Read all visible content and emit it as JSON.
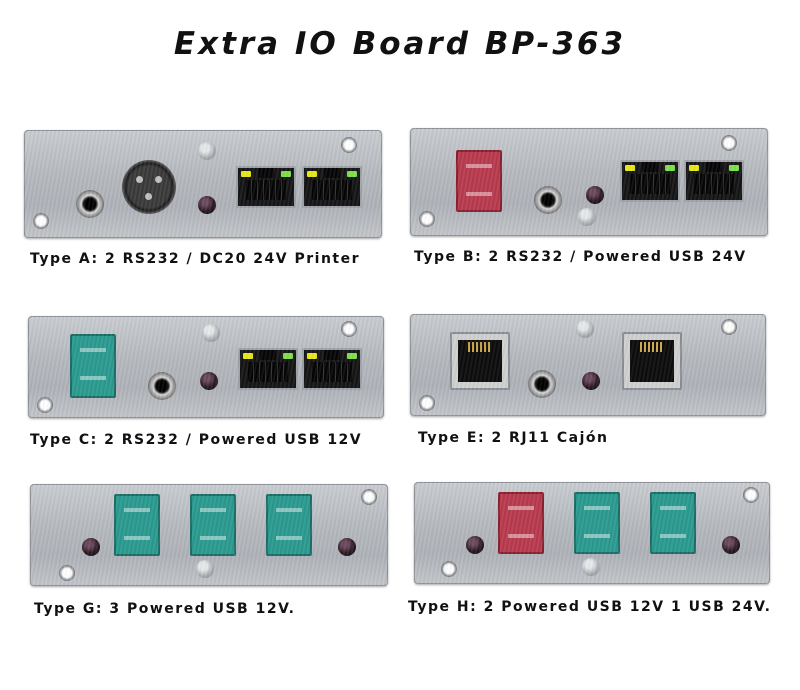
{
  "title": "Extra IO Board BP-363",
  "captions": {
    "a": "Type A: 2 RS232 / DC20 24V Printer",
    "b": "Type B: 2 RS232 / Powered USB 24V",
    "c": "Type C: 2 RS232 / Powered USB 12V",
    "e": "Type E: 2 RJ11 Cajón",
    "g": "Type G: 3 Powered USB 12V.",
    "h": "Type H: 2 Powered USB 12V 1 USB 24V."
  },
  "colors": {
    "usb_12v_teal": "#2a9a8f",
    "usb_24v_red": "#b83a4e",
    "led_yellow": "#e8e818",
    "led_green": "#7ee04a"
  }
}
